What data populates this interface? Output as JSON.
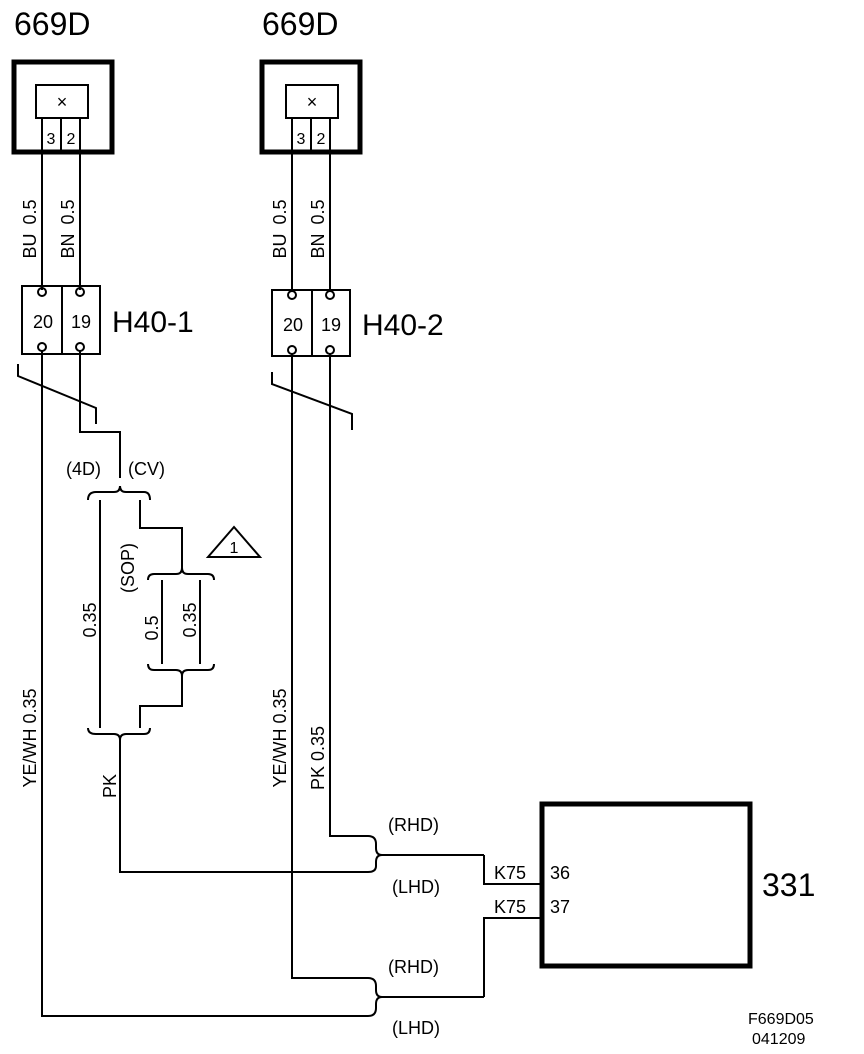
{
  "components": {
    "left_connector": {
      "label": "669D",
      "pins": [
        "3",
        "2"
      ],
      "symbol": "×"
    },
    "right_connector": {
      "label": "669D",
      "pins": [
        "3",
        "2"
      ],
      "symbol": "×"
    },
    "h40_1": {
      "label": "H40-1",
      "pins": [
        "20",
        "19"
      ]
    },
    "h40_2": {
      "label": "H40-2",
      "pins": [
        "20",
        "19"
      ]
    },
    "module": {
      "label": "331",
      "pins": [
        "36",
        "37"
      ],
      "pin_prefix": "K75"
    }
  },
  "wires": {
    "left_bu": {
      "color": "BU",
      "size": "0.5"
    },
    "left_bn": {
      "color": "BN",
      "size": "0.5"
    },
    "right_bu": {
      "color": "BU",
      "size": "0.5"
    },
    "right_bn": {
      "color": "BN",
      "size": "0.5"
    },
    "left_yewh": {
      "label": "YE/WH  0.35"
    },
    "left_pk_size": "0.35",
    "left_pk_color": "PK",
    "sop_size_a": "0.5",
    "sop_size_b": "0.35",
    "right_yewh": {
      "label": "YE/WH  0.35"
    },
    "right_pk": {
      "label": "PK  0.35"
    }
  },
  "variants": {
    "four_d": "(4D)",
    "cv": "(CV)",
    "sop": "(SOP)",
    "rhd": "(RHD)",
    "lhd": "(LHD)",
    "note_number": "1"
  },
  "footer": {
    "code": "F669D05",
    "date": "041209"
  }
}
